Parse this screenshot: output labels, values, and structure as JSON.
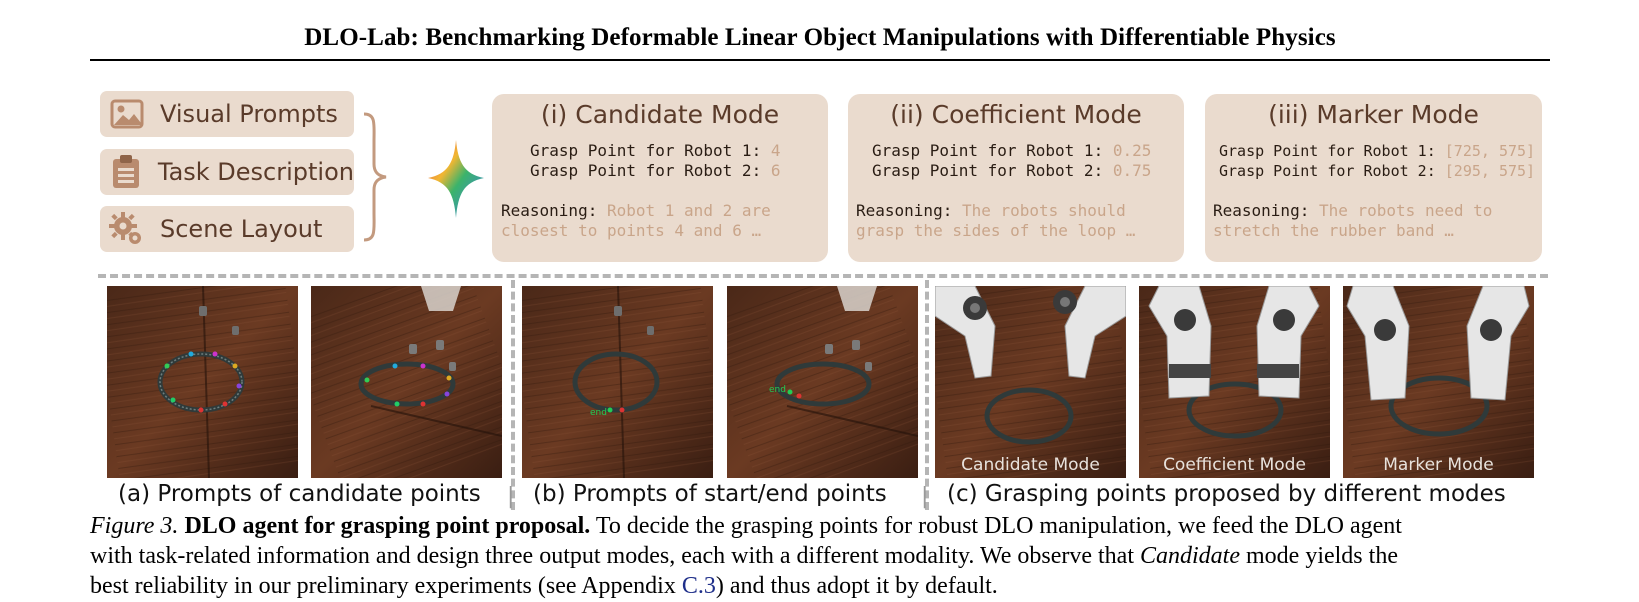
{
  "header": {
    "running_title": "DLO-Lab: Benchmarking Deformable Linear Object Manipulations with Differentiable Physics"
  },
  "inputs": [
    {
      "label": "Visual Prompts",
      "icon": "image-icon"
    },
    {
      "label": "Task Description",
      "icon": "clipboard-icon"
    },
    {
      "label": "Scene Layout",
      "icon": "gears-icon"
    }
  ],
  "modes": [
    {
      "title": "(i) Candidate Mode",
      "grasp": [
        {
          "label": "Grasp Point for Robot 1",
          "value": "4"
        },
        {
          "label": "Grasp Point for Robot 2",
          "value": "6"
        }
      ],
      "reasoning_key": "Reasoning",
      "reasoning_lines": [
        "Robot 1 and 2 are",
        "closest to points 4 and 6 …"
      ]
    },
    {
      "title": "(ii) Coefficient Mode",
      "grasp": [
        {
          "label": "Grasp Point for Robot 1",
          "value": "0.25"
        },
        {
          "label": "Grasp Point for Robot 2",
          "value": "0.75"
        }
      ],
      "reasoning_key": "Reasoning",
      "reasoning_lines": [
        "The robots should",
        "grasp the sides of the loop …"
      ]
    },
    {
      "title": "(iii) Marker Mode",
      "grasp": [
        {
          "label": "Grasp Point for Robot 1",
          "value": "[725, 575]"
        },
        {
          "label": "Grasp Point for Robot 2",
          "value": "[295, 575]"
        }
      ],
      "reasoning_key": "Reasoning",
      "reasoning_lines": [
        "The robots need to",
        "stretch the rubber band …"
      ]
    }
  ],
  "photos": [
    {
      "caption": ""
    },
    {
      "caption": ""
    },
    {
      "caption": "",
      "label_start": "end",
      "label_end": ""
    },
    {
      "caption": "",
      "label_start": "end",
      "label_end": ""
    },
    {
      "caption": "Candidate Mode"
    },
    {
      "caption": "Coefficient Mode"
    },
    {
      "caption": "Marker Mode"
    }
  ],
  "panel_captions": {
    "a": "(a) Prompts of candidate points",
    "b": "(b) Prompts of start/end points",
    "c": "(c) Grasping points proposed by different modes",
    "separator": "|"
  },
  "figure_caption": {
    "label": "Figure 3.",
    "bold": "DLO agent for grasping point proposal.",
    "text1": " To decide the grasping points for robust DLO manipulation, we feed the DLO agent",
    "line2a": "with task-related information and design three output modes, each with a different modality. We observe that ",
    "line2_italic": "Candidate",
    "line2b": " mode yields the",
    "line3a": "best reliability in our preliminary experiments (see Appendix ",
    "link": "C.3",
    "line3b": ") and thus adopt it by default."
  },
  "colors": {
    "card_bg": "#eadbce",
    "card_title": "#5a3b2a",
    "value_text": "#c9a58a",
    "dash": "#b5b5b5",
    "link": "#1f2f8a"
  }
}
